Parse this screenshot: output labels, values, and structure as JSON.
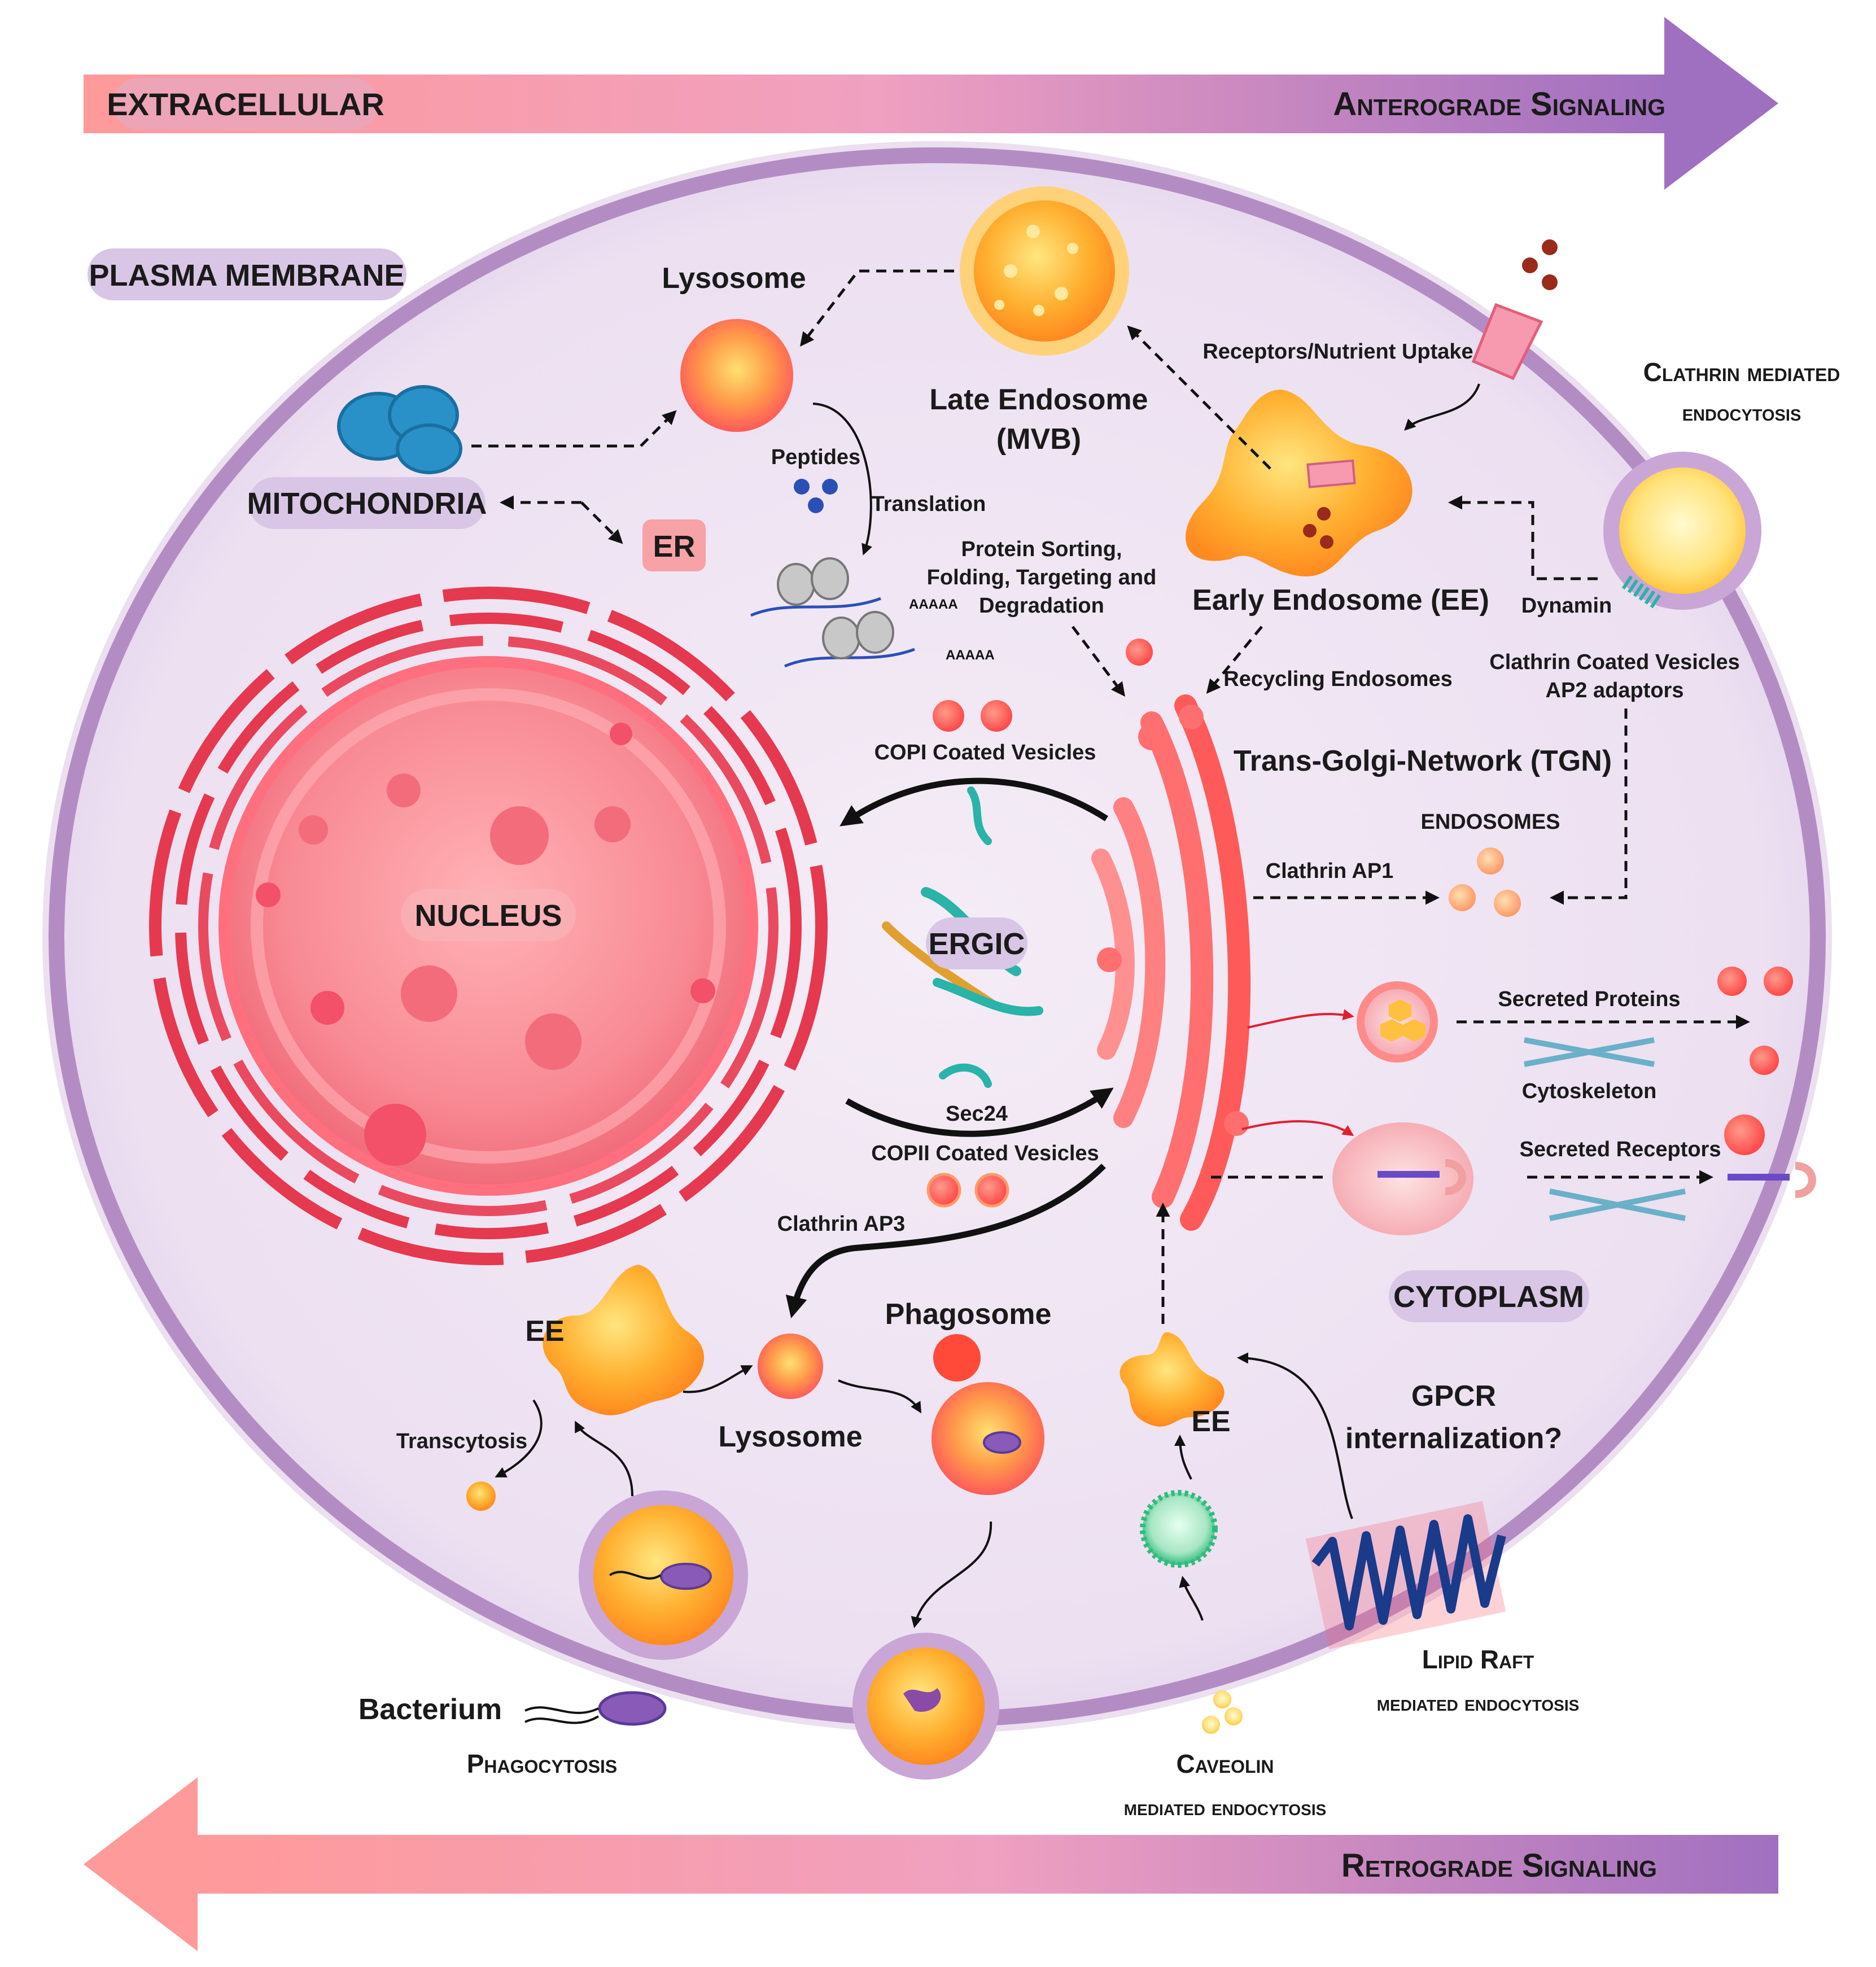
{
  "colors": {
    "membrane": "#b48cc4",
    "cytoplasm": "#eadcf0",
    "nucleus": "#f26d7d",
    "er": "#e53950",
    "golgi": "#ff6f6f",
    "endosome": "#ffb347",
    "label_pill": "#d9c6e6",
    "er_pill": "#f6a2a6"
  },
  "arrows": {
    "top_left": "EXTRACELLULAR",
    "top_right": "Anterograde Signaling",
    "bottom_right": "Retrograde Signaling"
  },
  "regions": {
    "plasma_membrane": "PLASMA MEMBRANE",
    "mitochondria": "MITOCHONDRIA",
    "er": "ER",
    "nucleus": "NUCLEUS",
    "ergic": "ERGIC",
    "cytoplasm": "CYTOPLASM"
  },
  "labels": {
    "lysosome_top": "Lysosome",
    "late_endosome_1": "Late Endosome",
    "late_endosome_2": "(MVB)",
    "receptors_uptake": "Receptors/Nutrient Uptake",
    "clathrin_1": "Clathrin mediated",
    "clathrin_2": "endocytosis",
    "peptides": "Peptides",
    "translation": "Translation",
    "polyA_1": "AAAAA",
    "polyA_2": "AAAAA",
    "protein_sorting_1": "Protein Sorting,",
    "protein_sorting_2": "Folding, Targeting and",
    "protein_sorting_3": "Degradation",
    "early_endosome": "Early Endosome (EE)",
    "dynamin": "Dynamin",
    "clathrin_vesicles_1": "Clathrin Coated Vesicles",
    "clathrin_vesicles_2": "AP2 adaptors",
    "recycling": "Recycling Endosomes",
    "copi": "COPI Coated Vesicles",
    "tgn": "Trans-Golgi-Network (TGN)",
    "endosomes": "ENDOSOMES",
    "clathrin_ap1": "Clathrin AP1",
    "secreted_proteins": "Secreted Proteins",
    "cytoskeleton": "Cytoskeleton",
    "sec24": "Sec24",
    "copii": "COPII Coated Vesicles",
    "secreted_receptors": "Secreted Receptors",
    "clathrin_ap3": "Clathrin AP3",
    "ee_left": "EE",
    "phagosome": "Phagosome",
    "lysosome_bottom": "Lysosome",
    "transcytosis": "Transcytosis",
    "ee_right": "EE",
    "gpcr_1": "GPCR",
    "gpcr_2": "internalization?",
    "bacterium": "Bacterium",
    "phagocytosis": "Phagocytosis",
    "caveolin_1": "Caveolin",
    "caveolin_2": "mediated endocytosis",
    "lipid_raft_1": "Lipid Raft",
    "lipid_raft_2": "mediated endocytosis"
  }
}
